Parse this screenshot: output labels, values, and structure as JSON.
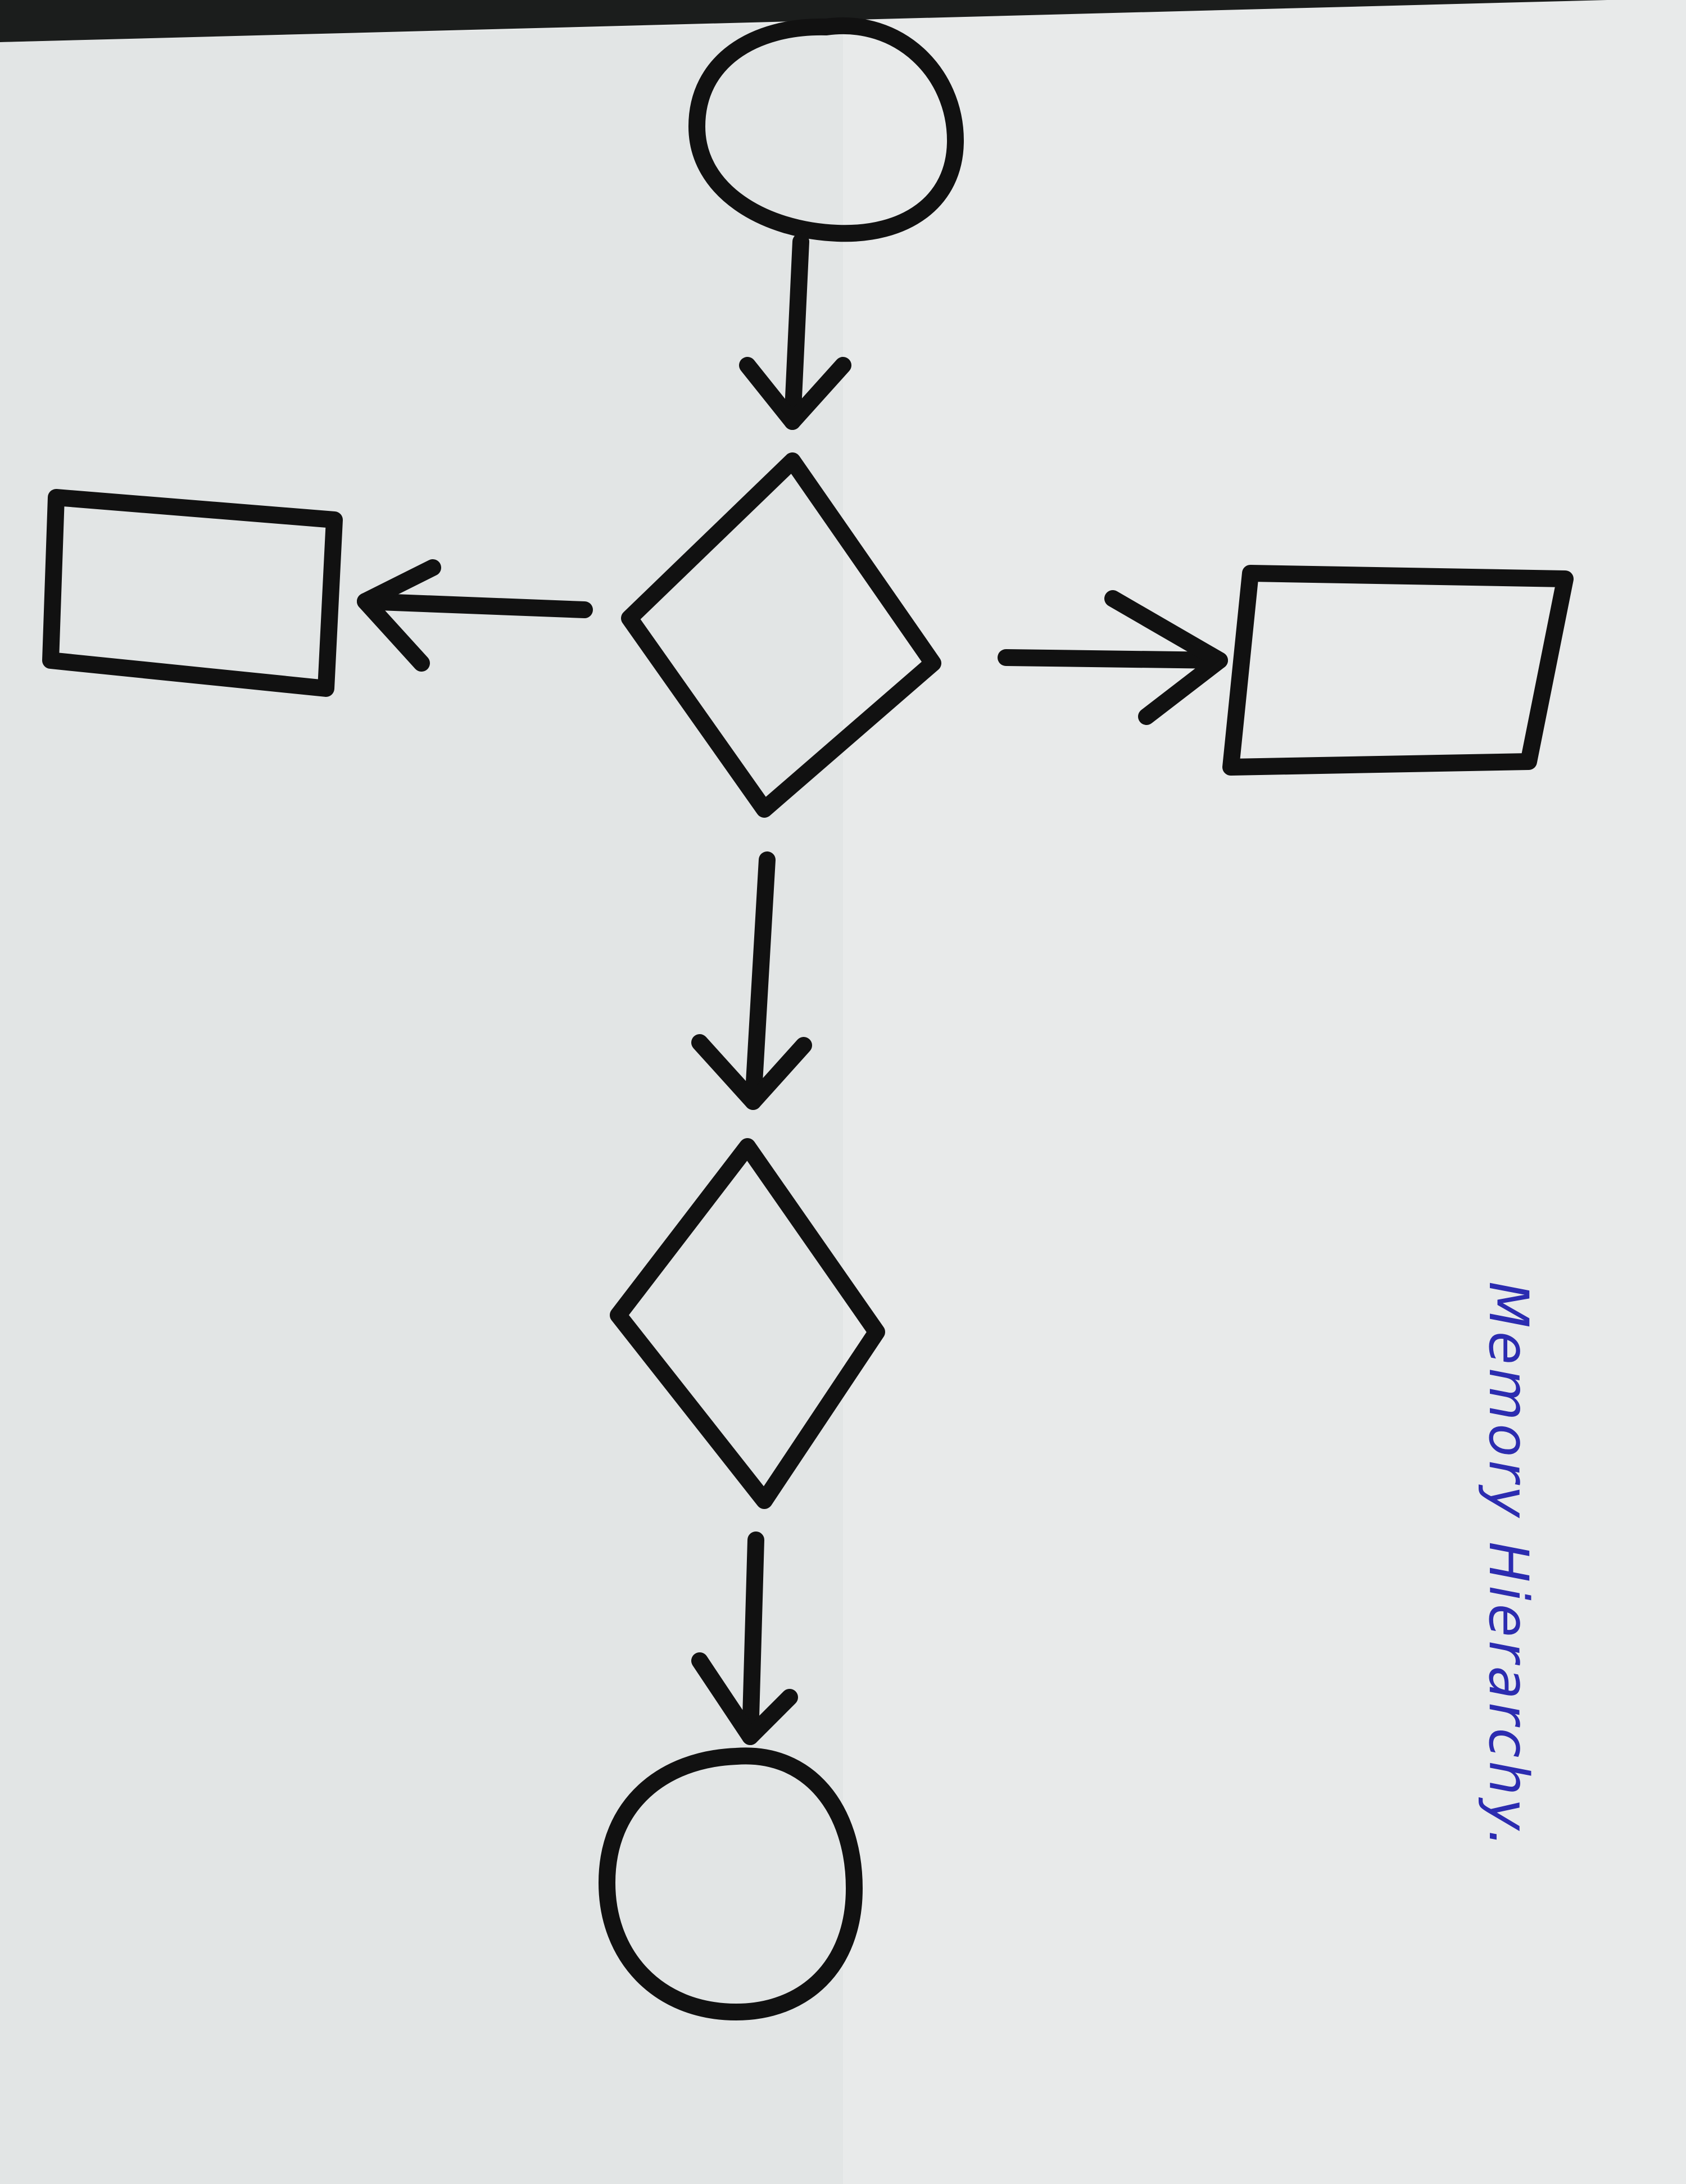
{
  "diagram": {
    "type": "flowchart",
    "medium": "hand-drawn on paper",
    "ink_color": "#111111",
    "note_color": "#2c2cb0",
    "paper_color": "#e8eaea",
    "nodes": [
      {
        "id": "start-circle",
        "shape": "circle",
        "label": ""
      },
      {
        "id": "decision-1",
        "shape": "diamond",
        "label": ""
      },
      {
        "id": "box-left",
        "shape": "rectangle",
        "label": ""
      },
      {
        "id": "box-right",
        "shape": "rectangle",
        "label": ""
      },
      {
        "id": "decision-2",
        "shape": "diamond",
        "label": ""
      },
      {
        "id": "end-circle",
        "shape": "circle",
        "label": ""
      }
    ],
    "edges": [
      {
        "from": "start-circle",
        "to": "decision-1"
      },
      {
        "from": "decision-1",
        "to": "box-left"
      },
      {
        "from": "decision-1",
        "to": "box-right"
      },
      {
        "from": "decision-1",
        "to": "decision-2"
      },
      {
        "from": "decision-2",
        "to": "end-circle"
      }
    ]
  },
  "annotation": {
    "text": "Memory Hierarchy."
  }
}
